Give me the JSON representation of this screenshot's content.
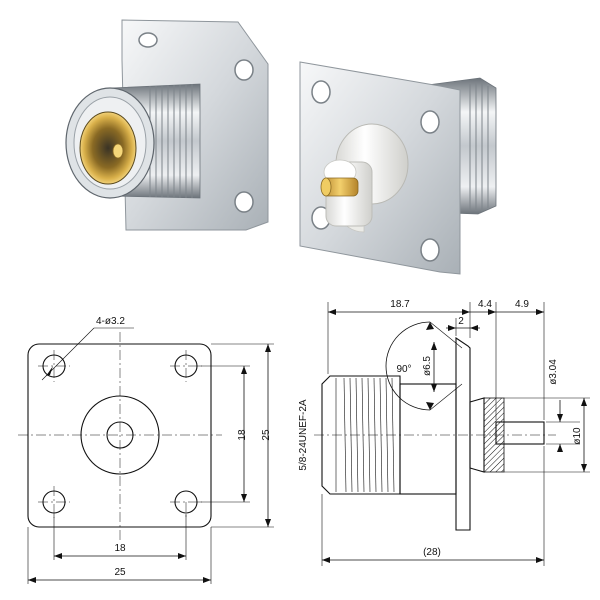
{
  "front_view": {
    "hole_label": "4-ø3.2",
    "width_outer_label": "25",
    "width_inner_label": "18",
    "height_outer_label": "25",
    "height_inner_label": "18"
  },
  "side_view": {
    "length_18_7_label": "18.7",
    "length_4_4_label": "4.4",
    "length_4_9_label": "4.9",
    "flange_label": "2",
    "angle_label": "90°",
    "dia_6_5_label": "ø6.5",
    "dia_3_04_label": "ø3.04",
    "dia_10_label": "ø10",
    "thread_label": "5/8-24UNEF-2A",
    "total_length_label": "(28)"
  },
  "colors": {
    "metal_light": "#eef0f2",
    "metal_mid": "#b8bec4",
    "metal_dark": "#5f666d",
    "gold": "#d9a93a",
    "insulator": "#f4f4f2"
  }
}
